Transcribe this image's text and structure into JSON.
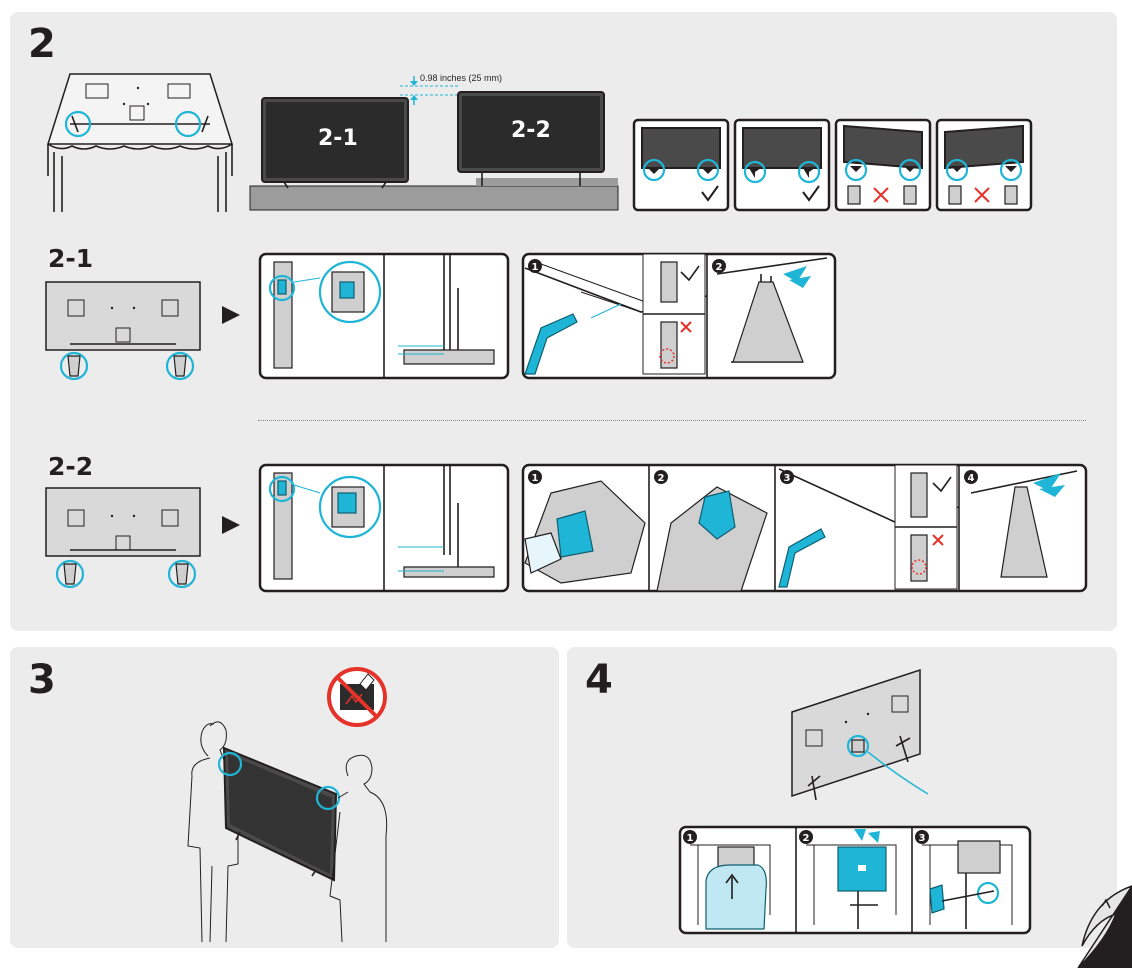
{
  "steps": {
    "s2": "2",
    "s2_1": "2-1",
    "s2_2": "2-2",
    "s3": "3",
    "s4": "4"
  },
  "callouts": {
    "gap_note": "0.98 inches (25 mm)",
    "tv_a": "2-1",
    "tv_b": "2-2"
  },
  "substeps": {
    "row1": [
      "1",
      "2"
    ],
    "row2": [
      "1",
      "2",
      "3",
      "4"
    ],
    "step4": [
      "1",
      "2",
      "3"
    ]
  },
  "colors": {
    "accent": "#1fb5d6",
    "panel": "#ececec",
    "ink": "#231f20",
    "error": "#e5332a"
  },
  "icons": [
    "check-icon",
    "cross-icon",
    "play-arrow-icon",
    "no-touch-screen-icon",
    "page-curl-icon"
  ]
}
